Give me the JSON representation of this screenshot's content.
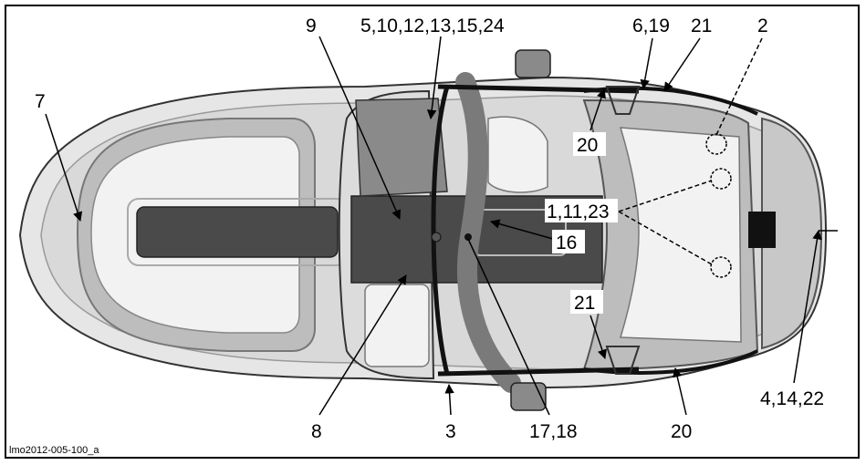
{
  "figure": {
    "id": "lmo2012-005-100_a"
  },
  "callouts": {
    "c7": "7",
    "c9": "9",
    "c5_10_12_13_15_24": "5,10,12,13,15,24",
    "c6_19": "6,19",
    "c21_top": "21",
    "c2": "2",
    "c20_top": "20",
    "c1_11_23": "1,11,23",
    "c16": "16",
    "c21_bottom": "21",
    "c8": "8",
    "c3": "3",
    "c17_18": "17,18",
    "c20_bottom": "20",
    "c4_14_22": "4,14,22"
  },
  "colors": {
    "hull": "#e6e6e6",
    "hull_shadow": "#bdbdbd",
    "seat": "#f2f2f2",
    "dark_floor": "#4a4a4a",
    "trim": "#7a7a7a",
    "black": "#111111"
  }
}
